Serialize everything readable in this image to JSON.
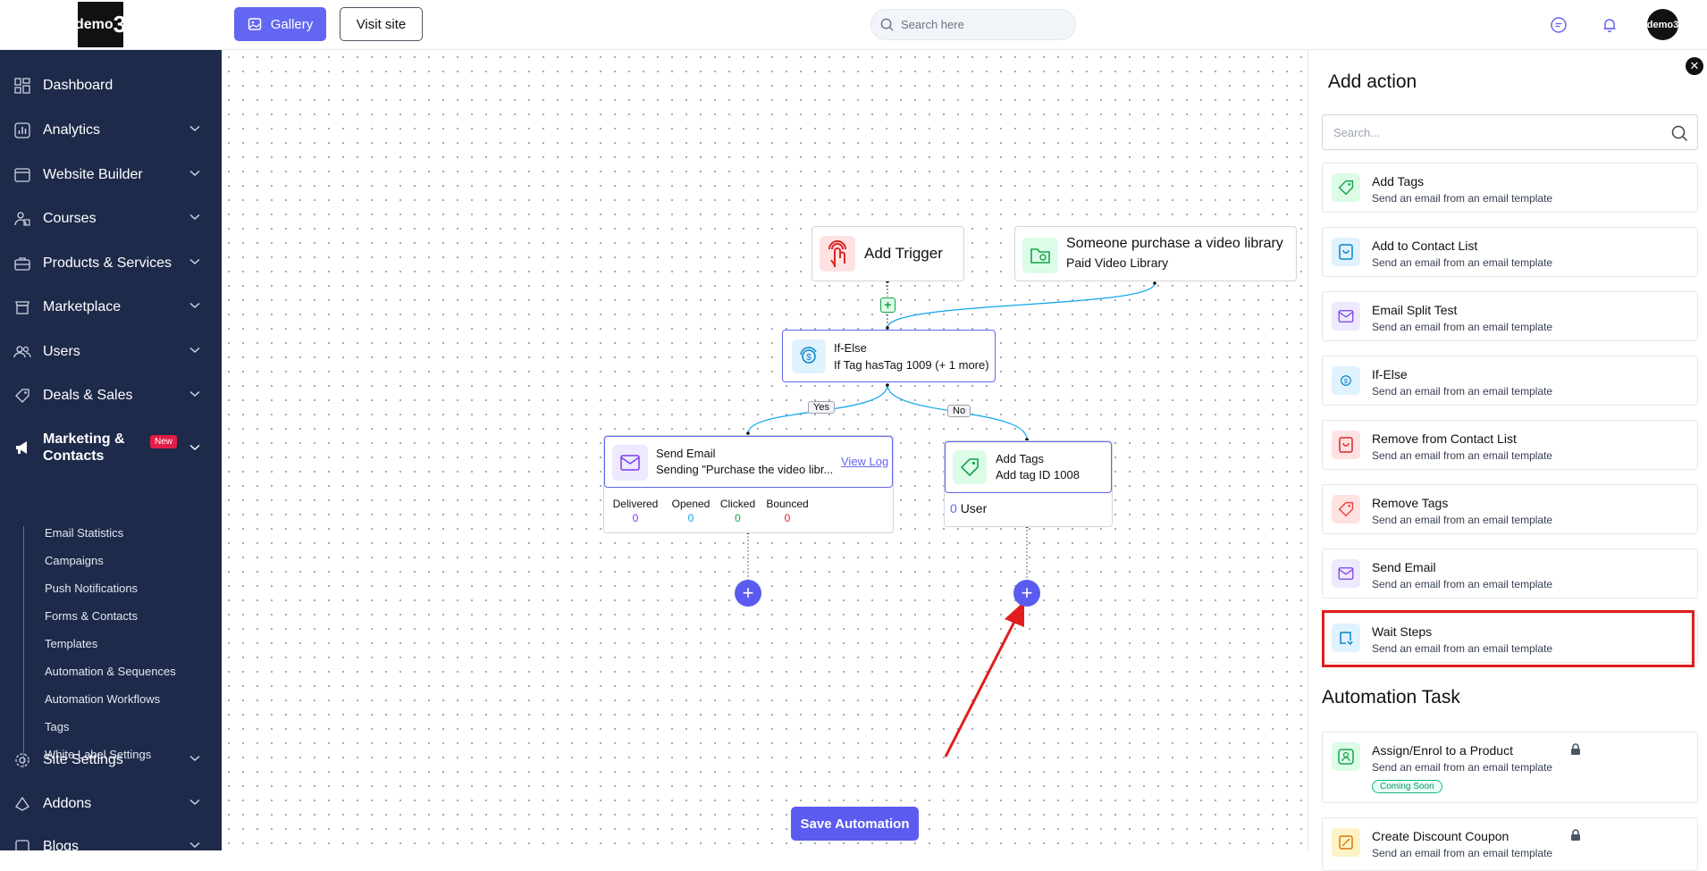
{
  "brand": {
    "logo_small": "demo",
    "logo_big": "3",
    "avatar_text": "demo3"
  },
  "topbar": {
    "gallery_label": "Gallery",
    "visit_label": "Visit site",
    "search_placeholder": "Search here"
  },
  "sidebar": {
    "items": [
      {
        "label": "Dashboard"
      },
      {
        "label": "Analytics"
      },
      {
        "label": "Website Builder"
      },
      {
        "label": "Courses"
      },
      {
        "label": "Products & Services"
      },
      {
        "label": "Marketplace"
      },
      {
        "label": "Users"
      },
      {
        "label": "Deals & Sales"
      },
      {
        "label_line1": "Marketing &",
        "label_line2": "Contacts",
        "badge": "New"
      },
      {
        "label": "Site Settings"
      },
      {
        "label": "Addons"
      },
      {
        "label": "Blogs"
      }
    ],
    "subitems": [
      "Email Statistics",
      "Campaigns",
      "Push Notifications",
      "Forms & Contacts",
      "Templates",
      "Automation & Sequences",
      "Automation Workflows",
      "Tags",
      "White Label Settings"
    ]
  },
  "canvas": {
    "trigger_label": "Add Trigger",
    "purchase_title": "Someone purchase a video library",
    "purchase_sub": "Paid Video Library",
    "ifelse_title": "If-Else",
    "ifelse_sub": "If Tag hasTag 1009 (+ 1 more)",
    "yes_label": "Yes",
    "no_label": "No",
    "email_title": "Send Email",
    "email_sub": "Sending \"Purchase the video libr...",
    "email_link": "View Log",
    "stats": [
      {
        "label": "Delivered",
        "value": "0",
        "color": "#7c3aed"
      },
      {
        "label": "Opened",
        "value": "0",
        "color": "#0ea5e9"
      },
      {
        "label": "Clicked",
        "value": "0",
        "color": "#16a34a"
      },
      {
        "label": "Bounced",
        "value": "0",
        "color": "#dc2626"
      }
    ],
    "tags_title": "Add Tags",
    "tags_sub": "Add tag ID 1008",
    "user_count": "0",
    "user_label": "User",
    "save_label": "Save Automation"
  },
  "panel": {
    "title": "Add action",
    "search_placeholder": "Search...",
    "actions": [
      {
        "title": "Add Tags",
        "sub": "Send an email from an email template",
        "icon": "tag-icon",
        "bg": "#dcfce7",
        "fg": "#16a34a"
      },
      {
        "title": "Add to Contact List",
        "sub": "Send an email from an email template",
        "icon": "contact-list-icon",
        "bg": "#e0f2fe",
        "fg": "#0284c7"
      },
      {
        "title": "Email Split Test",
        "sub": "Send an email from an email template",
        "icon": "mail-icon",
        "bg": "#ede9fe",
        "fg": "#7c3aed"
      },
      {
        "title": "If-Else",
        "sub": "Send an email from an email template",
        "icon": "if-else-icon",
        "bg": "#e0f2fe",
        "fg": "#0284c7"
      },
      {
        "title": "Remove from Contact List",
        "sub": "Send an email from an email template",
        "icon": "contact-remove-icon",
        "bg": "#fee2e2",
        "fg": "#dc2626"
      },
      {
        "title": "Remove Tags",
        "sub": "Send an email from an email template",
        "icon": "tag-remove-icon",
        "bg": "#fee2e2",
        "fg": "#ef4444"
      },
      {
        "title": "Send Email",
        "sub": "Send an email from an email template",
        "icon": "mail-icon",
        "bg": "#ede9fe",
        "fg": "#7c3aed"
      },
      {
        "title": "Wait Steps",
        "sub": "Send an email from an email template",
        "icon": "wait-icon",
        "bg": "#e0f2fe",
        "fg": "#0284c7"
      }
    ],
    "section_title": "Automation Task",
    "tasks": [
      {
        "title": "Assign/Enrol to a Product",
        "sub": "Send an email from an email template",
        "badge": "Coming Soon"
      },
      {
        "title": "Create Discount Coupon",
        "sub": "Send an email from an email template"
      }
    ]
  },
  "colors": {
    "accent": "#5b5bf0",
    "sidebar": "#1e2a4a",
    "highlight": "#e11d1d"
  }
}
